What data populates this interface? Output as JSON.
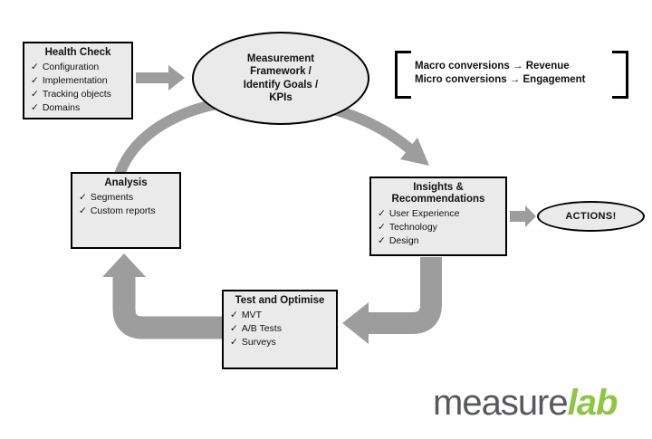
{
  "diagram": {
    "checkmark": "✓",
    "health_check": {
      "title": "Health Check",
      "items": [
        "Configuration",
        "Implementation",
        "Tracking objects",
        "Domains"
      ]
    },
    "framework_ellipse": {
      "lines": [
        "Measurement",
        "Framework /",
        "Identify Goals /",
        "KPIs"
      ]
    },
    "conversions_note": {
      "lines": [
        "Macro conversions → Revenue",
        "Micro conversions → Engagement"
      ]
    },
    "analysis": {
      "title": "Analysis",
      "items": [
        "Segments",
        "Custom reports"
      ]
    },
    "insights": {
      "title_lines": [
        "Insights &",
        "Recommendations"
      ],
      "items": [
        "User Experience",
        "Technology",
        "Design"
      ]
    },
    "test_optimise": {
      "title": "Test and Optimise",
      "items": [
        "MVT",
        "A/B Tests",
        "Surveys"
      ]
    },
    "actions_ellipse": {
      "label": "ACTIONS!"
    }
  },
  "logo": {
    "part1": "measure",
    "part2": "lab"
  },
  "colors": {
    "arrow_gray": "#9d9d9d",
    "box_fill": "#eaeaea",
    "box_border": "#000000",
    "logo_gray": "#58595b",
    "logo_green": "#8dc63f"
  }
}
